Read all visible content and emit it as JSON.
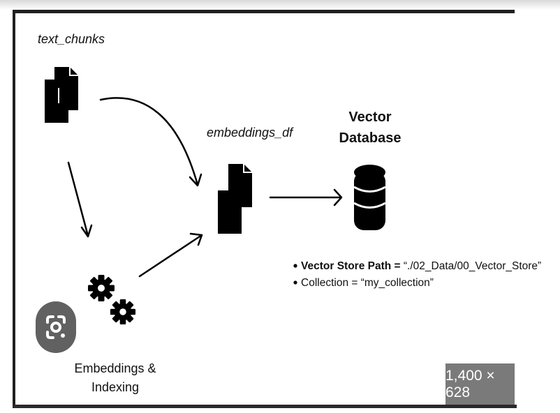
{
  "diagram": {
    "nodes": {
      "text_chunks": {
        "label": "text_chunks",
        "icon": "documents-icon"
      },
      "embeddings_df": {
        "label": "embeddings_df",
        "icon": "documents-icon"
      },
      "vector_db": {
        "title_line1": "Vector",
        "title_line2": "Database",
        "icon": "database-icon"
      },
      "embeddings_indexing": {
        "label_line1": "Embeddings &",
        "label_line2": "Indexing",
        "icon": "gears-icon"
      }
    },
    "details": {
      "path_key": "Vector Store Path = ",
      "path_value": "“./02_Data/00_Vector_Store”",
      "collection": "Collection = “my_collection”"
    },
    "edges": [
      {
        "from": "text_chunks",
        "to": "embeddings_df"
      },
      {
        "from": "text_chunks",
        "to": "embeddings_indexing"
      },
      {
        "from": "embeddings_indexing",
        "to": "embeddings_df"
      },
      {
        "from": "embeddings_df",
        "to": "vector_db"
      }
    ]
  },
  "overlay": {
    "lens_icon": "camera-lens-icon",
    "size_badge": "1,400 × 628"
  }
}
